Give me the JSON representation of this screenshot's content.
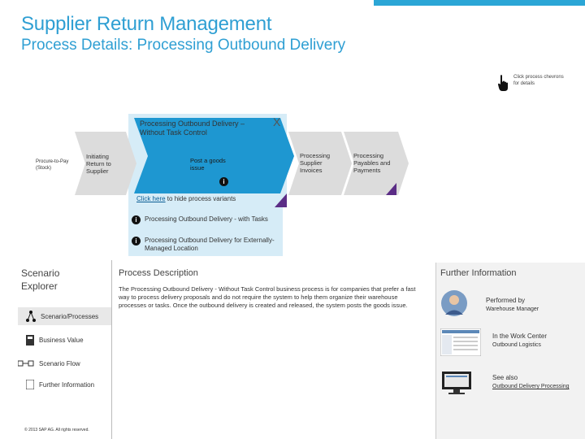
{
  "header": {
    "title": "Supplier Return Management",
    "subtitle": "Process Details: Processing Outbound Delivery"
  },
  "hint": {
    "text": "Click process chevrons for details",
    "icon": "hand-pointer-icon"
  },
  "flow": {
    "chevrons": [
      {
        "label": "Procure-to-Pay (Stock)"
      },
      {
        "label": "Initiating Return to Supplier"
      },
      {
        "label": "Post a goods issue"
      },
      {
        "label": "Processing Supplier Invoices"
      },
      {
        "label": "Processing Payables and Payments"
      }
    ],
    "active_title": "Processing Outbound Delivery – Without Task Control",
    "close_label": "X",
    "variants_link": "Click here",
    "variants_text": " to hide process variants",
    "variants": [
      {
        "label": "Processing Outbound Delivery - with Tasks"
      },
      {
        "label": "Processing Outbound Delivery for Externally-Managed Location"
      }
    ],
    "info_glyph": "i"
  },
  "sidebar": {
    "heading": "Scenario Explorer",
    "items": [
      {
        "label": "Scenario/Processes",
        "icon": "network-icon",
        "active": true
      },
      {
        "label": "Business Value",
        "icon": "calculator-icon"
      },
      {
        "label": "Scenario Flow",
        "icon": "flow-icon"
      },
      {
        "label": "Further Information",
        "icon": "document-icon"
      }
    ],
    "copyright": "© 2013 SAP AG. All rights reserved."
  },
  "description": {
    "heading": "Process Description",
    "body": "The Processing Outbound Delivery - Without Task Control business process is for companies that prefer a fast way to process delivery proposals and do not require the system to help them organize their warehouse processes or tasks. Once the outbound delivery is created and released, the system posts the goods issue."
  },
  "further_info": {
    "heading": "Further Information",
    "performed_by_label": "Performed by",
    "performed_by_value": "Warehouse Manager",
    "work_center_label": "In the Work Center",
    "work_center_value": "Outbound Logistics",
    "see_also_label": "See also",
    "see_also_link": "Outbound Delivery Processing"
  },
  "colors": {
    "accent": "#2f9fd3",
    "active_chevron": "#1e97d1",
    "chevron_gray": "#dcdcdc",
    "corner_purple": "#5b2d86",
    "panel_blue": "#d6ecf7"
  }
}
